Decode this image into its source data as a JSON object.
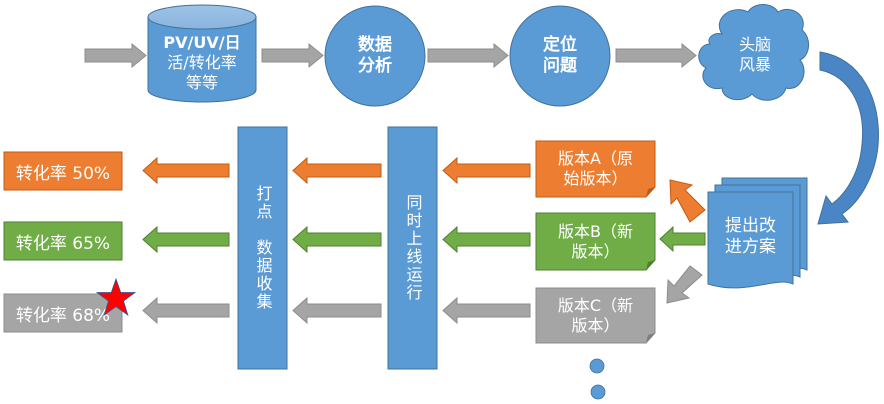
{
  "colors": {
    "blue": "#5B9BD5",
    "blue_dark": "#41719C",
    "orange": "#ED7D31",
    "green": "#70AD47",
    "gray": "#A5A5A5",
    "arrow_gray": "#A5A5A5",
    "star": "#FF0000"
  },
  "top_flow": {
    "data_source": "PV/UV/日活/转化率等等",
    "data_source_lines": [
      "PV/UV/日",
      "活/转化率",
      "等等"
    ],
    "analysis_lines": [
      "数据",
      "分析"
    ],
    "locate_lines": [
      "定位",
      "问题"
    ],
    "brainstorm_lines": [
      "头脑",
      "风暴"
    ]
  },
  "proposal": {
    "lines": [
      "提出改",
      "进方案"
    ]
  },
  "versions": [
    {
      "id": "A",
      "lines": [
        "版本A（原",
        "始版本）"
      ],
      "color_key": "orange"
    },
    {
      "id": "B",
      "lines": [
        "版本B（新",
        "版本）"
      ],
      "color_key": "green"
    },
    {
      "id": "C",
      "lines": [
        "版本C（新",
        "版本）"
      ],
      "color_key": "gray"
    }
  ],
  "online_column": {
    "text": "同时上线运行"
  },
  "collect_column": {
    "line1": "打点",
    "line2": "数据收集"
  },
  "results": [
    {
      "label": "转化率 50%",
      "color_key": "orange",
      "winner": false
    },
    {
      "label": "转化率 65%",
      "color_key": "green",
      "winner": false
    },
    {
      "label": "转化率 68%",
      "color_key": "gray",
      "winner": true
    }
  ],
  "ellipsis_dots": 2
}
